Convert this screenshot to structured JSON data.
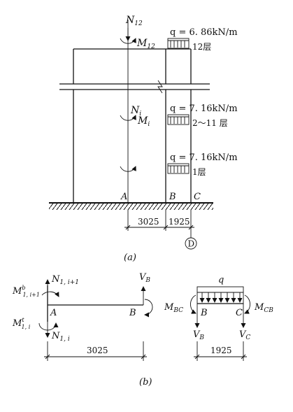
{
  "figure_a": {
    "caption": "(a)",
    "axial_top": "N",
    "axial_top_sub": "12",
    "moment_top": "M",
    "moment_top_sub": "12",
    "axial_mid": "N",
    "axial_mid_sub": "i",
    "moment_mid": "M",
    "moment_mid_sub": "i",
    "load_12": {
      "value": "q = 6. 86kN/m",
      "floor": "12层"
    },
    "load_2_11": {
      "value": "q = 7. 16kN/m",
      "floor": "2～11 层"
    },
    "load_1": {
      "value": "q = 7. 16kN/m",
      "floor": "1层"
    },
    "point_a": "A",
    "point_b": "B",
    "point_c": "C",
    "span_ab": "3025",
    "span_bc": "1925",
    "axis_label": "D"
  },
  "figure_b": {
    "caption": "(b)",
    "n_top": "N",
    "n_top_sub": "1, i+1",
    "m_top": "M",
    "m_top_sup": "b",
    "m_top_sub": "1, i+1",
    "m_bot": "M",
    "m_bot_sup": "t",
    "m_bot_sub": "1, i",
    "n_bot": "N",
    "n_bot_sub": "1, i",
    "point_a": "A",
    "point_b": "B",
    "v_b": "V",
    "v_b_sub": "B",
    "span_ab": "3025",
    "q": "q",
    "m_bc": "M",
    "m_bc_sub": "BC",
    "m_cb": "M",
    "m_cb_sub": "CB",
    "point_b2": "B",
    "point_c2": "C",
    "v_b2": "V",
    "v_b2_sub": "B",
    "v_c": "V",
    "v_c_sub": "C",
    "span_bc": "1925"
  }
}
